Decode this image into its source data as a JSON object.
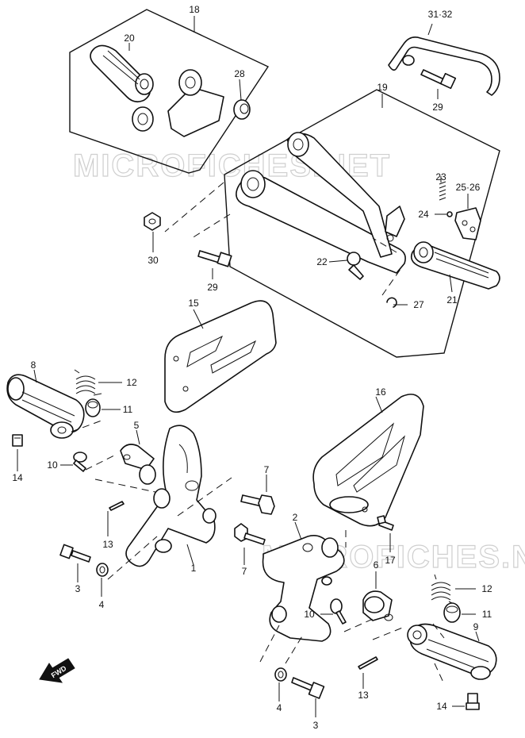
{
  "watermark": {
    "text_top": "MICROFICHES.NET",
    "text_bottom": "MICROFICHES.NET"
  },
  "fwd_label": "FWD",
  "callouts": [
    {
      "id": "c18",
      "label": "18"
    },
    {
      "id": "c20",
      "label": "20"
    },
    {
      "id": "c28",
      "label": "28"
    },
    {
      "id": "c3132",
      "label": "31·32"
    },
    {
      "id": "c29a",
      "label": "29"
    },
    {
      "id": "c19",
      "label": "19"
    },
    {
      "id": "c23",
      "label": "23"
    },
    {
      "id": "c2526",
      "label": "25·26"
    },
    {
      "id": "c24",
      "label": "24"
    },
    {
      "id": "c30",
      "label": "30"
    },
    {
      "id": "c22",
      "label": "22"
    },
    {
      "id": "c29b",
      "label": "29"
    },
    {
      "id": "c27",
      "label": "27"
    },
    {
      "id": "c21",
      "label": "21"
    },
    {
      "id": "c15",
      "label": "15"
    },
    {
      "id": "c8",
      "label": "8"
    },
    {
      "id": "c12a",
      "label": "12"
    },
    {
      "id": "c11a",
      "label": "11"
    },
    {
      "id": "c5",
      "label": "5"
    },
    {
      "id": "c14a",
      "label": "14"
    },
    {
      "id": "c10a",
      "label": "10"
    },
    {
      "id": "c16",
      "label": "16"
    },
    {
      "id": "c7a",
      "label": "7"
    },
    {
      "id": "c13a",
      "label": "13"
    },
    {
      "id": "c2",
      "label": "2"
    },
    {
      "id": "c17",
      "label": "17"
    },
    {
      "id": "c1",
      "label": "1"
    },
    {
      "id": "c7b",
      "label": "7"
    },
    {
      "id": "c3a",
      "label": "3"
    },
    {
      "id": "c4a",
      "label": "4"
    },
    {
      "id": "c6",
      "label": "6"
    },
    {
      "id": "c12b",
      "label": "12"
    },
    {
      "id": "c10b",
      "label": "10"
    },
    {
      "id": "c11b",
      "label": "11"
    },
    {
      "id": "c9",
      "label": "9"
    },
    {
      "id": "c13b",
      "label": "13"
    },
    {
      "id": "c4b",
      "label": "4"
    },
    {
      "id": "c14b",
      "label": "14"
    },
    {
      "id": "c3b",
      "label": "3"
    }
  ]
}
